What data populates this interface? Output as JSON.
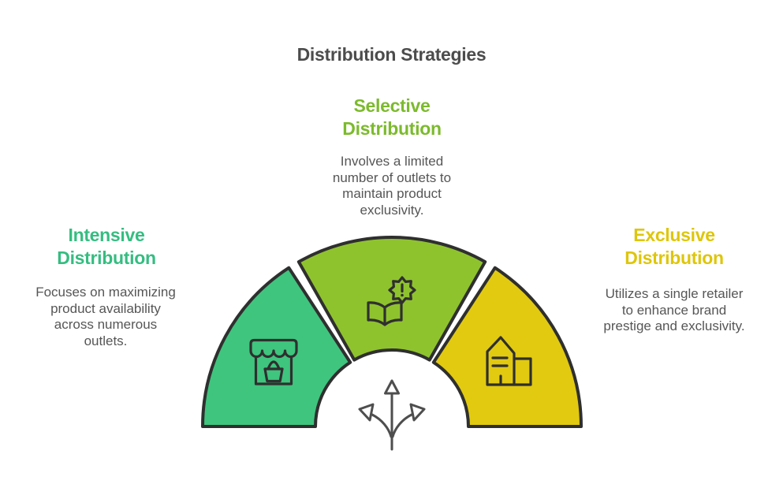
{
  "title": "Distribution Strategies",
  "colors": {
    "background": "#ffffff",
    "outline": "#2f2f2f",
    "icon_stroke": "#2f2f2f",
    "arrow_stroke": "#4e4e4e",
    "title_text": "#4c4c4c",
    "body_text": "#565656",
    "teal": "#3fc57e",
    "green": "#8fc32e",
    "yellow": "#e2ca10",
    "teal_heading": "#35bd81",
    "green_heading": "#7cba2d",
    "yellow_heading": "#dec60b"
  },
  "sections": {
    "intensive": {
      "heading": "Intensive\nDistribution",
      "body": "Focuses on maximizing\nproduct availability\nacross numerous\noutlets.",
      "icon": "storefront-icon",
      "segment_color": "#3fc57e"
    },
    "selective": {
      "heading": "Selective\nDistribution",
      "body": "Involves a limited\nnumber of outlets to\nmaintain product\nexclusivity.",
      "icon": "open-book-alert-icon",
      "segment_color": "#8fc32e"
    },
    "exclusive": {
      "heading": "Exclusive\nDistribution",
      "body": "Utilizes a single retailer\nto enhance brand\nprestige and exclusivity.",
      "icon": "building-icon",
      "segment_color": "#e2ca10"
    }
  },
  "center_icon": "three-way-arrow-icon"
}
